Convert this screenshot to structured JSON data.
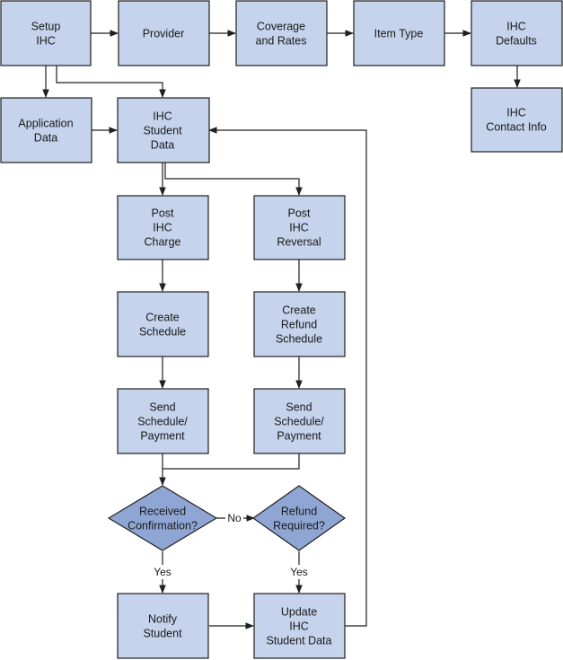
{
  "nodes": {
    "setup_ihc": [
      "Setup",
      "IHC"
    ],
    "provider": [
      "Provider"
    ],
    "coverage_rates": [
      "Coverage",
      "and Rates"
    ],
    "item_type": [
      "Item Type"
    ],
    "ihc_defaults": [
      "IHC",
      "Defaults"
    ],
    "ihc_contact_info": [
      "IHC",
      "Contact Info"
    ],
    "application_data": [
      "Application",
      "Data"
    ],
    "ihc_student_data": [
      "IHC",
      "Student",
      "Data"
    ],
    "post_ihc_charge": [
      "Post",
      "IHC",
      "Charge"
    ],
    "post_ihc_reversal": [
      "Post",
      "IHC",
      "Reversal"
    ],
    "create_schedule": [
      "Create",
      "Schedule"
    ],
    "create_refund_schedule": [
      "Create",
      "Refund",
      "Schedule"
    ],
    "send_schedule_payment_left": [
      "Send",
      "Schedule/",
      "Payment"
    ],
    "send_schedule_payment_right": [
      "Send",
      "Schedule/",
      "Payment"
    ],
    "received_confirmation": [
      "Received",
      "Confirmation?"
    ],
    "refund_required": [
      "Refund",
      "Required?"
    ],
    "notify_student": [
      "Notify",
      "Student"
    ],
    "update_ihc_student_data": [
      "Update",
      "IHC",
      "Student Data"
    ]
  },
  "edge_labels": {
    "no": "No",
    "yes_left": "Yes",
    "yes_right": "Yes"
  },
  "colors": {
    "box_fill": "#c5d3ec",
    "diamond_fill": "#8fa6d4",
    "stroke": "#1f1f1f"
  }
}
